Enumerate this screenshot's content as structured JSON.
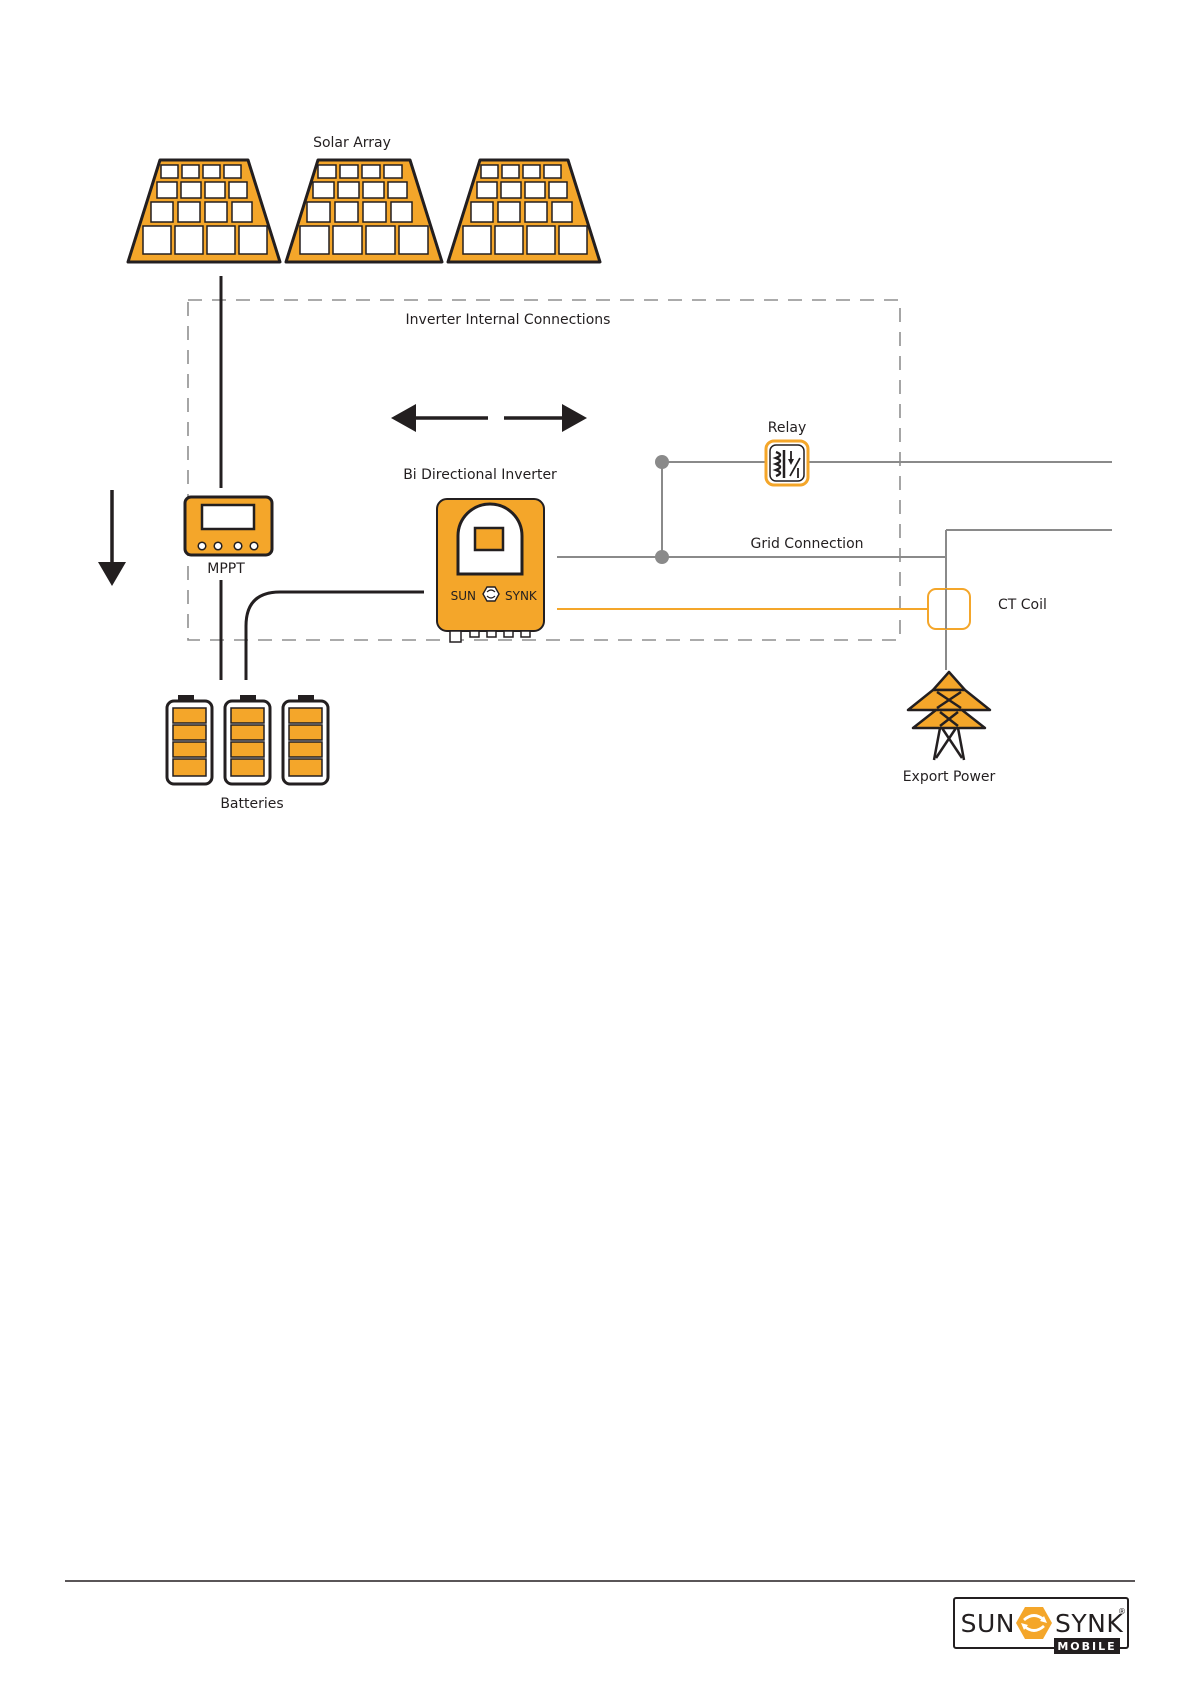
{
  "diagram": {
    "labels": {
      "solar_array": "Solar Array",
      "inverter_internal": "Inverter Internal Connections",
      "relay": "Relay",
      "bi_directional_inverter": "Bi Directional Inverter",
      "grid_connection": "Grid Connection",
      "mppt": "MPPT",
      "ct_coil": "CT Coil",
      "export_power": "Export Power",
      "batteries": "Batteries"
    },
    "inverter_brand": {
      "left": "SUN",
      "right": "SYNK"
    }
  },
  "footer": {
    "logo": {
      "left": "SUN",
      "right": "SYNK",
      "mark": "®",
      "sub": "MOBILE"
    }
  },
  "colors": {
    "accent": "#f4a62a",
    "line_dark": "#231f20",
    "line_grey": "#8a8a8a",
    "dash": "#8f8f8f"
  },
  "icons": [
    "solar-panel-icon",
    "mppt-controller-icon",
    "inverter-icon",
    "relay-icon",
    "battery-icon",
    "ct-coil-icon",
    "pylon-icon",
    "arrow-left-icon",
    "arrow-right-icon",
    "arrow-down-icon"
  ]
}
